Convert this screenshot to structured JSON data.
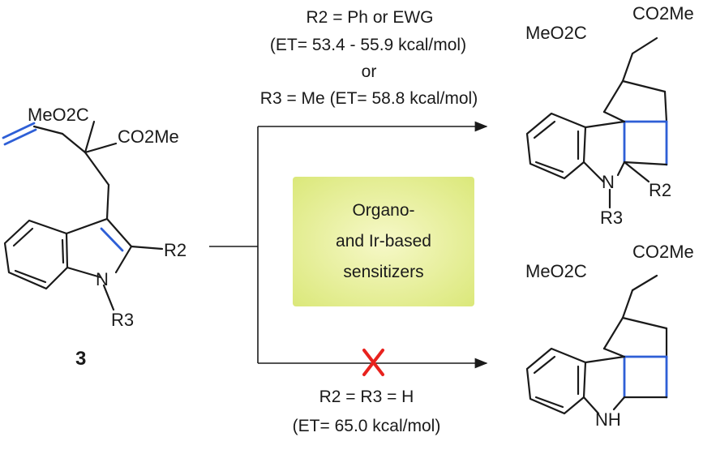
{
  "compound_number": "3",
  "reactant": {
    "ester_left": "MeO2C",
    "ester_right": "CO2Me",
    "r2": "R2",
    "n_atom": "N",
    "r3": "R3"
  },
  "top_conditions": {
    "line1": "R2 = Ph or EWG",
    "line2": "(ET= 53.4 - 55.9 kcal/mol)",
    "line3": "or",
    "line4": "R3 = Me (ET= 58.8 kcal/mol)"
  },
  "sensitizer_box": {
    "line1": "Organo-",
    "line2": "and Ir-based",
    "line3": "sensitizers"
  },
  "bottom_conditions": {
    "line1": "R2 = R3 = H",
    "line2": "(ET= 65.0 kcal/mol)"
  },
  "product_top": {
    "ester_left": "MeO2C",
    "ester_right": "CO2Me",
    "n_atom": "N",
    "r2": "R2",
    "r3": "R3"
  },
  "product_bottom": {
    "ester_left": "MeO2C",
    "ester_right": "CO2Me",
    "nh": "NH"
  },
  "colors": {
    "bond": "#1a1a1a",
    "highlight_bond": "#2e5fd6",
    "cross": "#e8221e",
    "box_fill": "#eef3a8"
  },
  "icons": {
    "failed_reaction": "red-x-mark"
  }
}
